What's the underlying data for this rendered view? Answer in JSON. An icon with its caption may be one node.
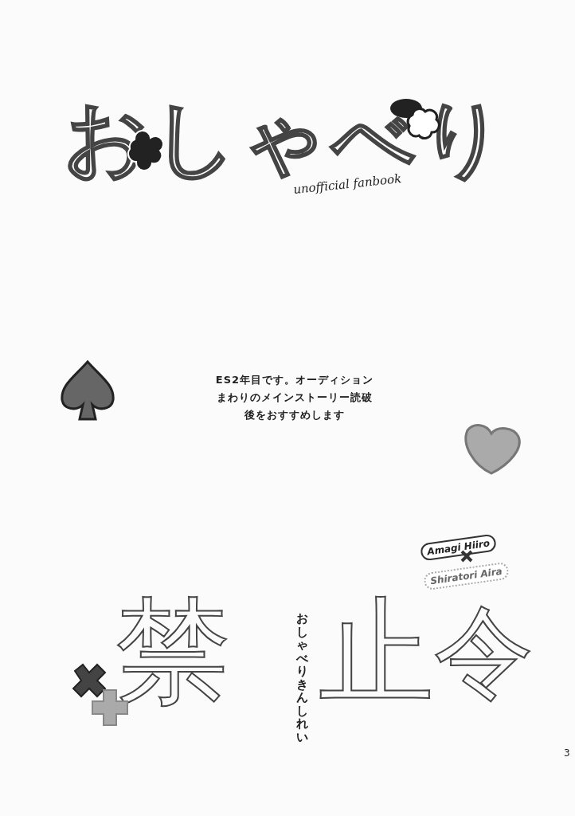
{
  "diagram": {
    "title": "おしゃべり",
    "labels": [
      "unofficial fanbook",
      "ES2年目です。オーディションまわりのメインストーリー読破後をおすすめします",
      "Amagi Hiiro",
      "Shiratori Aira",
      "禁",
      "止",
      "令",
      "おしゃべりきんしれい",
      "3"
    ]
  }
}
